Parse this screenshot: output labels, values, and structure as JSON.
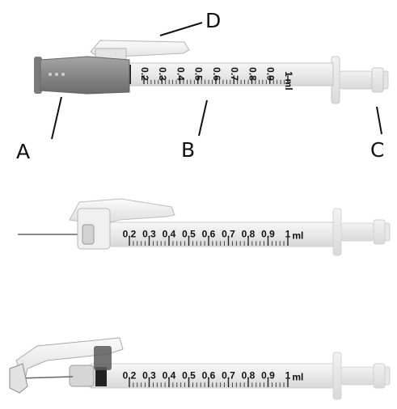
{
  "callouts": {
    "a": "A",
    "b": "B",
    "c": "C",
    "d": "D"
  },
  "scale_labels": [
    "0.2",
    "0.3",
    "0.4",
    "0.5",
    "0.6",
    "0.7",
    "0.8",
    "0.9",
    "1"
  ],
  "unit": "ml",
  "colors": {
    "background": "#ffffff",
    "cap_gray": "#8c8c8c",
    "barrel": "#eeeeee",
    "ink": "#111111",
    "plastic": "#e6e6e6"
  }
}
